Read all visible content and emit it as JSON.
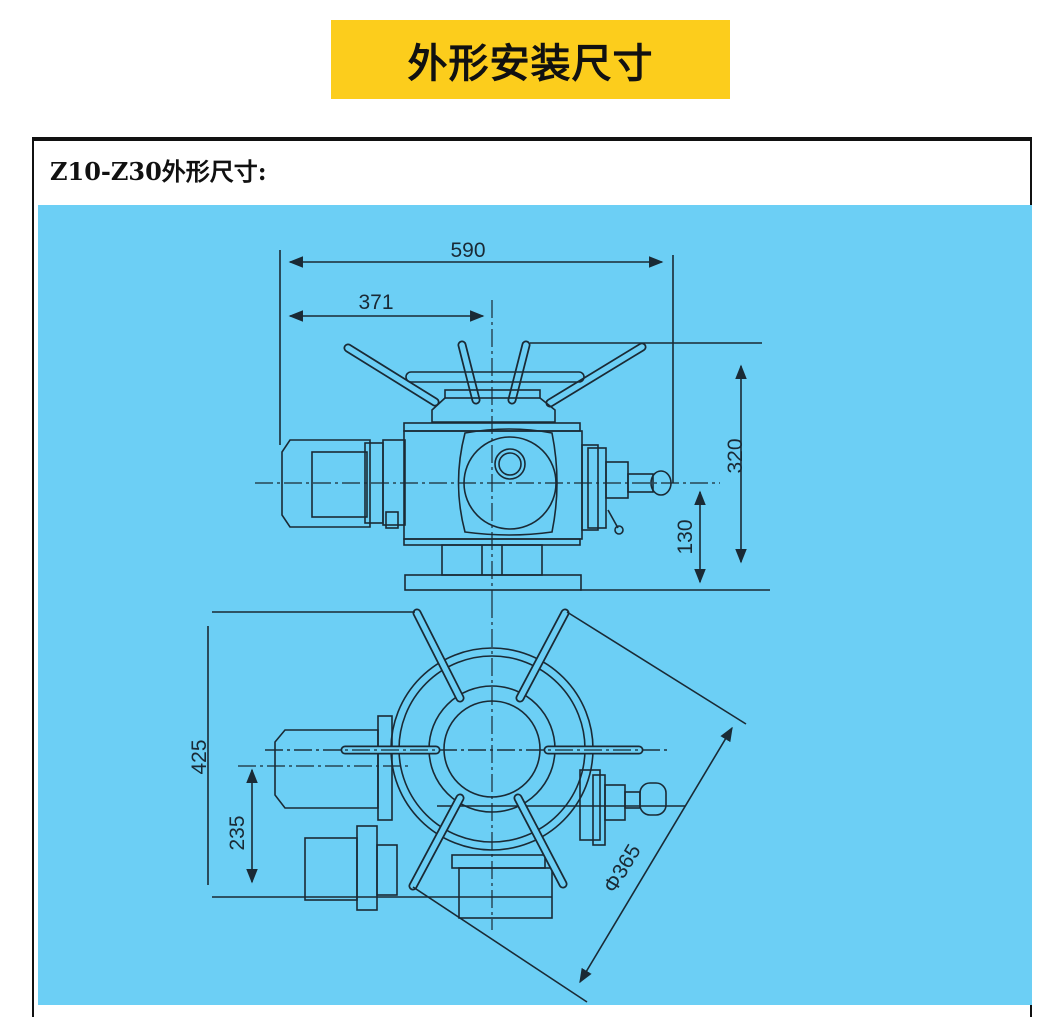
{
  "banner": {
    "title": "外形安装尺寸",
    "color": "#fccd1c"
  },
  "section": {
    "title": "Z10-Z30外形尺寸:"
  },
  "panel_color": "#6ccff5",
  "drawing": {
    "dimensions": {
      "overall_width": "590",
      "center_offset": "371",
      "height": "320",
      "shaft_height": "130",
      "depth": "425",
      "motor_offset": "235",
      "handwheel_diameter": "Φ365"
    }
  }
}
